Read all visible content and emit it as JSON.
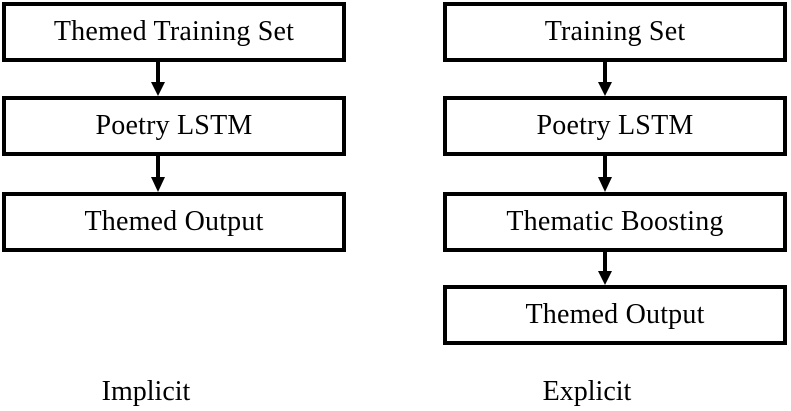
{
  "diagram": {
    "type": "flowchart-comparison",
    "background_color": "#ffffff",
    "stroke_color": "#000000",
    "columns": [
      {
        "id": "implicit",
        "caption": "Implicit",
        "nodes": [
          {
            "label": "Themed Training Set"
          },
          {
            "label": "Poetry LSTM"
          },
          {
            "label": "Themed Output"
          }
        ],
        "edges": [
          {
            "from": "Themed Training Set",
            "to": "Poetry LSTM",
            "marker": "arrow-down"
          },
          {
            "from": "Poetry LSTM",
            "to": "Themed Output",
            "marker": "arrow-down"
          }
        ]
      },
      {
        "id": "explicit",
        "caption": "Explicit",
        "nodes": [
          {
            "label": "Training Set"
          },
          {
            "label": "Poetry LSTM"
          },
          {
            "label": "Thematic Boosting"
          },
          {
            "label": "Themed Output"
          }
        ],
        "edges": [
          {
            "from": "Training Set",
            "to": "Poetry LSTM",
            "marker": "arrow-down"
          },
          {
            "from": "Poetry LSTM",
            "to": "Thematic Boosting",
            "marker": "arrow-down"
          },
          {
            "from": "Thematic Boosting",
            "to": "Themed Output",
            "marker": "arrow-down"
          }
        ]
      }
    ]
  }
}
